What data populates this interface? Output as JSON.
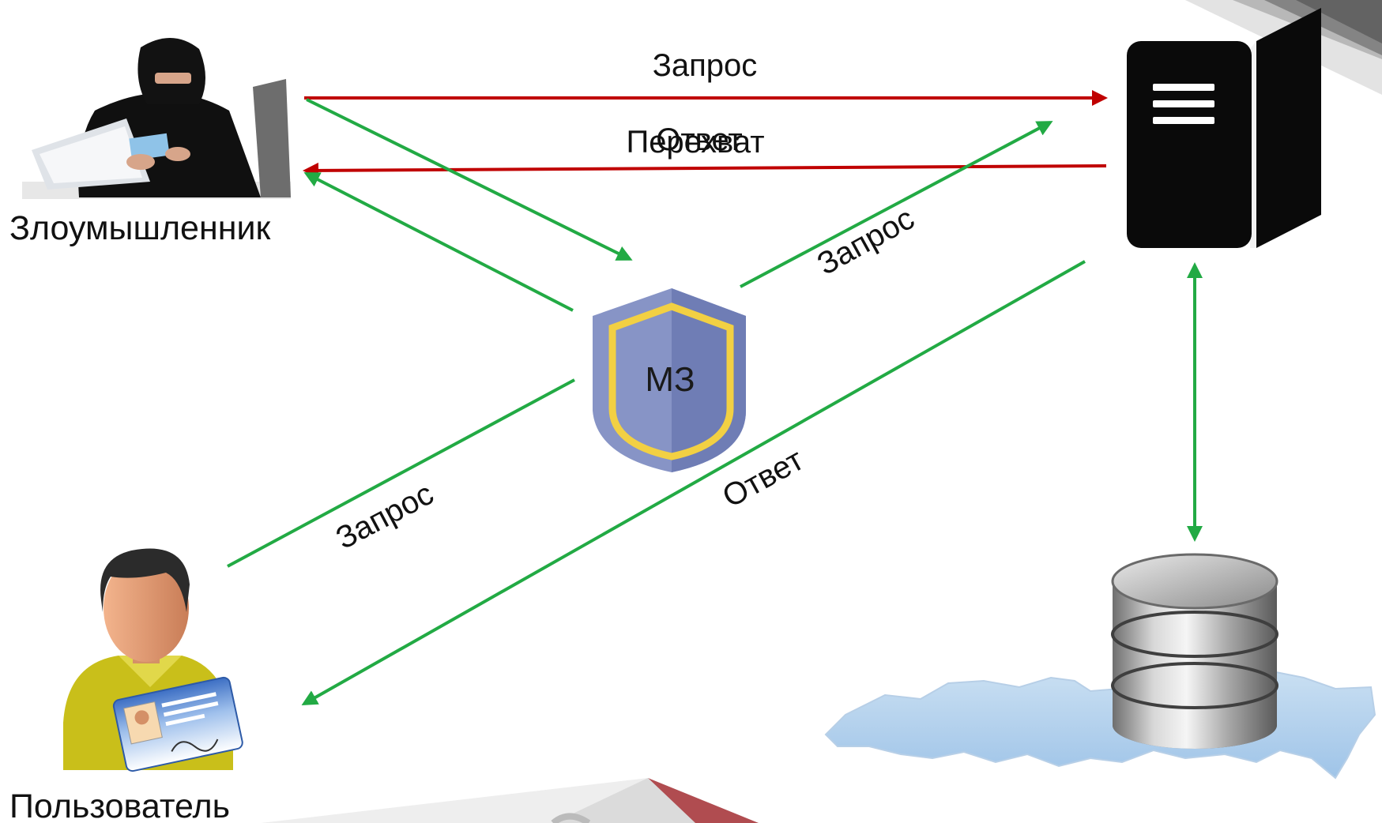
{
  "nodes": {
    "attacker": {
      "label": "Злоумышленник",
      "icon": "hooded-hacker-icon"
    },
    "user": {
      "label": "Пользователь",
      "icon": "user-with-id-card-icon"
    },
    "server": {
      "icon": "server-tower-icon"
    },
    "database": {
      "icon": "database-cylinder-icon"
    },
    "shield": {
      "label": "МЗ",
      "icon": "shield-icon"
    }
  },
  "edges": {
    "attack_request": {
      "label": "Запрос",
      "color": "#c00000"
    },
    "attack_response": {
      "label": "Ответ",
      "color": "#c00000"
    },
    "intercept": {
      "label": "Перехват",
      "color": "#c00000"
    },
    "user_request": {
      "label": "Запрос",
      "color": "#22aa44"
    },
    "shield_request": {
      "label": "Запрос",
      "color": "#22aa44"
    },
    "server_response": {
      "label": "Ответ",
      "color": "#22aa44"
    }
  },
  "colors": {
    "attack": "#c00000",
    "protected": "#22aa44",
    "shield_fill": "#8794c6",
    "shield_border": "#f2d043",
    "server_body": "#0a0a0a",
    "accent_red": "#a93a3e",
    "accent_gray": "#4c4c4c"
  }
}
